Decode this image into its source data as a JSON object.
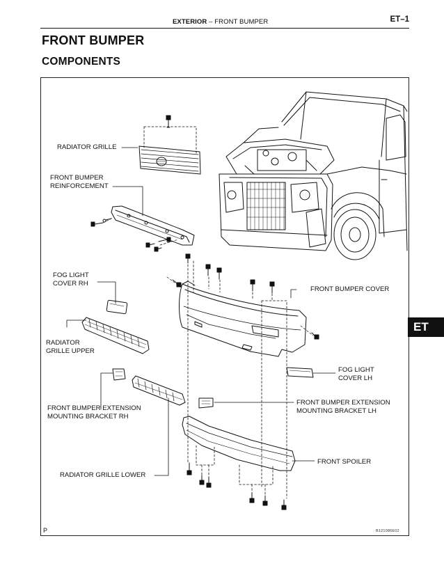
{
  "header": {
    "section": "EXTERIOR",
    "separator": "–",
    "subsection": "FRONT BUMPER",
    "page_code": "ET–1"
  },
  "page": {
    "title": "FRONT BUMPER",
    "subtitle": "COMPONENTS",
    "side_tab": "ET",
    "corner_mark": "P",
    "figure_code": "B121086E02"
  },
  "labels": {
    "radiator_grille": "RADIATOR GRILLE",
    "front_bumper_reinforcement": "FRONT BUMPER\nREINFORCEMENT",
    "fog_light_cover_rh": "FOG LIGHT\nCOVER RH",
    "radiator_grille_upper": "RADIATOR\nGRILLE UPPER",
    "front_bumper_cover": "FRONT BUMPER COVER",
    "fog_light_cover_lh": "FOG LIGHT\nCOVER LH",
    "extension_bracket_rh": "FRONT BUMPER EXTENSION\nMOUNTING BRACKET RH",
    "extension_bracket_lh": "FRONT BUMPER EXTENSION\nMOUNTING BRACKET LH",
    "front_spoiler": "FRONT SPOILER",
    "radiator_grille_lower": "RADIATOR GRILLE LOWER"
  }
}
